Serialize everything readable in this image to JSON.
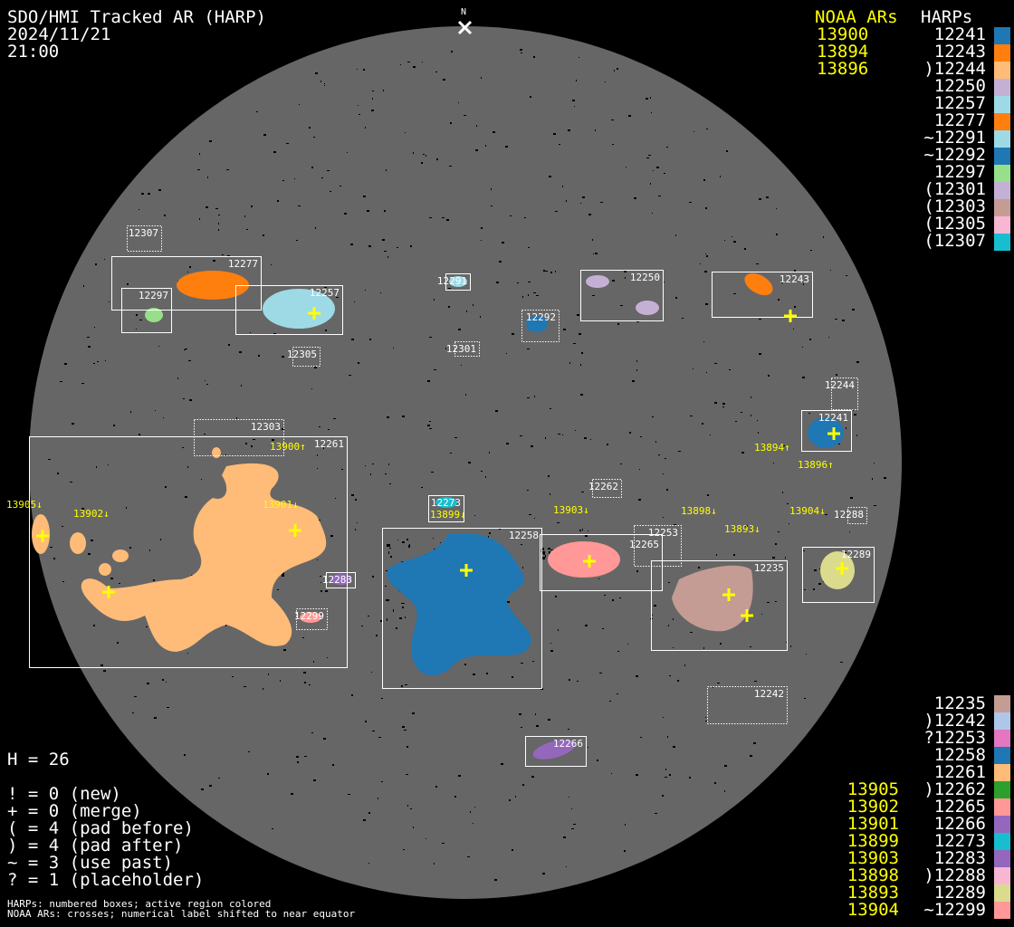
{
  "header": {
    "title": "SDO/HMI Tracked AR (HARP)",
    "date": "2024/11/21",
    "time": "21:00",
    "north": "N"
  },
  "legend_top": {
    "noaa_title": "NOAA ARs",
    "harp_title": "HARPs",
    "noaa": [
      "13900",
      "13894",
      "13896"
    ],
    "harps": [
      {
        "label": "12241",
        "color": "#1f77b4"
      },
      {
        "label": "12243",
        "color": "#ff7f0e"
      },
      {
        "label": ")12244",
        "color": "#ffbb78"
      },
      {
        "label": "12250",
        "color": "#c5b0d5"
      },
      {
        "label": "12257",
        "color": "#9edae5"
      },
      {
        "label": "12277",
        "color": "#ff7f0e"
      },
      {
        "label": "~12291",
        "color": "#9edae5"
      },
      {
        "label": "~12292",
        "color": "#1f77b4"
      },
      {
        "label": "12297",
        "color": "#98df8a"
      },
      {
        "label": "(12301",
        "color": "#c5b0d5"
      },
      {
        "label": "(12303",
        "color": "#c49c94"
      },
      {
        "label": "(12305",
        "color": "#f7b6d2"
      },
      {
        "label": "(12307",
        "color": "#17becf"
      }
    ]
  },
  "legend_bottom": {
    "noaa": [
      "",
      "",
      "",
      "",
      "",
      "13905",
      "13902",
      "13901",
      "13899",
      "13903",
      "13898",
      "13893",
      "13904"
    ],
    "harps": [
      {
        "label": "12235",
        "color": "#c49c94"
      },
      {
        "label": ")12242",
        "color": "#aec7e8"
      },
      {
        "label": "?12253",
        "color": "#e377c2"
      },
      {
        "label": "12258",
        "color": "#1f77b4"
      },
      {
        "label": "12261",
        "color": "#ffbb78"
      },
      {
        "label": ")12262",
        "color": "#2ca02c"
      },
      {
        "label": "12265",
        "color": "#ff9896"
      },
      {
        "label": "12266",
        "color": "#9467bd"
      },
      {
        "label": "12273",
        "color": "#17becf"
      },
      {
        "label": "12283",
        "color": "#9467bd"
      },
      {
        "label": ")12288",
        "color": "#f7b6d2"
      },
      {
        "label": "12289",
        "color": "#dbdb8d"
      },
      {
        "label": "~12299",
        "color": "#ff9896"
      }
    ]
  },
  "stats": {
    "h": "H = 26",
    "lines": [
      "! = 0 (new)",
      "+ = 0 (merge)",
      "( = 4 (pad before)",
      ") = 4 (pad after)",
      "~ = 3 (use past)",
      "? = 1 (placeholder)"
    ],
    "note1": "HARPs: numbered boxes; active region colored",
    "note2": "NOAA ARs: crosses; numerical label shifted to near equator"
  },
  "colors": {
    "disk": "#666666",
    "box": "#ffffff",
    "noaa": "#ffff00"
  },
  "chart_data": {
    "type": "scatter",
    "title": "SDO/HMI Tracked AR (HARP)",
    "harp_boxes": [
      "12307",
      "12277",
      "12297",
      "12257",
      "12305",
      "12291",
      "12292",
      "12301",
      "12250",
      "12243",
      "12244",
      "12241",
      "12303",
      "12261",
      "12273",
      "12262",
      "12288",
      "12253",
      "12258",
      "12265",
      "12235",
      "12289",
      "12283",
      "12299",
      "12242",
      "12266"
    ],
    "noaa_labels": [
      "13900↑",
      "13894↑",
      "13896↑",
      "13905↓",
      "13902↓",
      "13901↓",
      "13899↓",
      "13903↓",
      "13898↓",
      "13893↓",
      "13904↓"
    ]
  }
}
